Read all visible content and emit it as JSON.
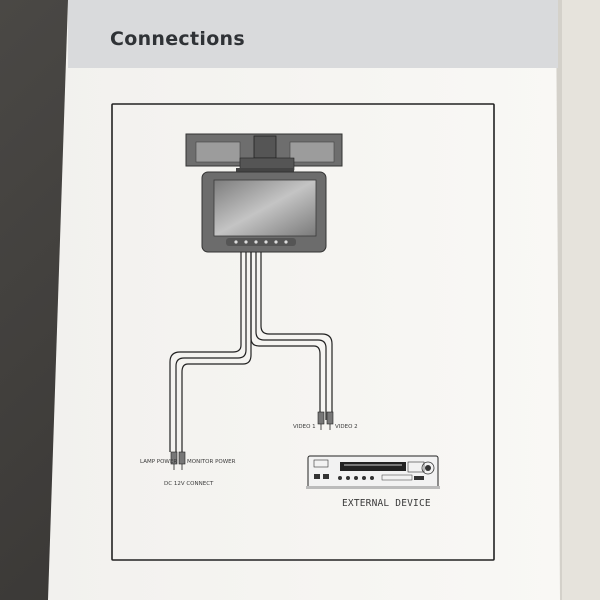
{
  "page": {
    "title": "Connections"
  },
  "diagram": {
    "labels": {
      "lamp_power": "LAMP POWER",
      "monitor_power": "MONITOR POWER",
      "dc_connect": "DC 12V CONNECT",
      "video_1": "VIDEO 1",
      "video_2": "VIDEO 2",
      "external_device": "EXTERNAL DEVICE"
    }
  },
  "colors": {
    "background_left": "#3a3836",
    "background_right": "#e6e3dc",
    "page": "#f7f6f3",
    "header_band": "#d9dadc",
    "title_text": "#2f3236",
    "ink": "#222222",
    "device_body": "#6c6c6c",
    "screen": "#9a9a9a"
  },
  "icons": [
    "monitor-icon",
    "dvd-player-icon",
    "rca-plug-icon"
  ]
}
